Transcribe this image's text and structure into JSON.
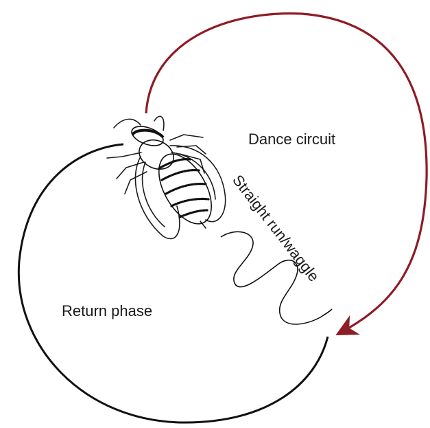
{
  "labels": {
    "dance_circuit": "Dance circuit",
    "straight_run": "Straight run/waggle",
    "return_phase": "Return phase"
  },
  "colors": {
    "dance_loop": "#8e1b25",
    "return_loop": "#111111",
    "waggle_line": "#111111"
  },
  "icons": {
    "bee": "honeybee-drawing"
  }
}
